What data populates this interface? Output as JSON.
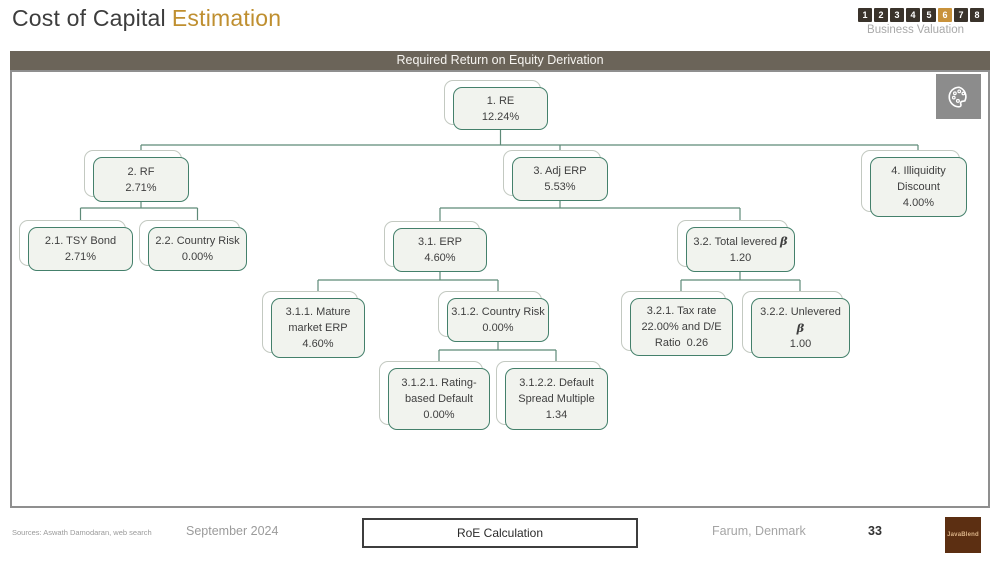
{
  "title": {
    "main": "Cost of Capital",
    "accent": "Estimation"
  },
  "header": {
    "pages": [
      "1",
      "2",
      "3",
      "4",
      "5",
      "6",
      "7",
      "8"
    ],
    "active_page": "6",
    "subtitle": "Business Valuation"
  },
  "chart": {
    "title": "Required Return on Equity Derivation"
  },
  "tree": {
    "beta": "β",
    "nodes": {
      "n1": {
        "lines": [
          "1. RE",
          "12.24%"
        ]
      },
      "n2": {
        "lines": [
          "2. RF",
          "2.71%"
        ]
      },
      "n3": {
        "lines": [
          "3. Adj ERP",
          "5.53%"
        ]
      },
      "n4": {
        "lines": [
          "4. Illiquidity",
          "Discount",
          "4.00%"
        ]
      },
      "n21": {
        "lines": [
          "2.1. TSY Bond",
          "2.71%"
        ]
      },
      "n22": {
        "lines": [
          "2.2. Country Risk",
          "0.00%"
        ]
      },
      "n31": {
        "lines": [
          "3.1. ERP",
          "4.60%"
        ]
      },
      "n32": {
        "lines": [
          "3.2. Total levered",
          "1.20"
        ]
      },
      "n311": {
        "lines": [
          "3.1.1. Mature",
          "market ERP",
          "4.60%"
        ]
      },
      "n312": {
        "lines": [
          "3.1.2. Country Risk",
          "0.00%"
        ]
      },
      "n321": {
        "lines": [
          "3.2.1. Tax rate",
          "22.00% and D/E",
          "Ratio  0.26"
        ]
      },
      "n322": {
        "lines": [
          "3.2.2. Unlevered",
          "1.00"
        ]
      },
      "n3121": {
        "lines": [
          "3.1.2.1. Rating-",
          "based Default",
          "0.00%"
        ]
      },
      "n3122": {
        "lines": [
          "3.1.2.2. Default",
          "Spread Multiple",
          "1.34"
        ]
      }
    }
  },
  "footer": {
    "sources": "Sources: Aswath Damodaran, web search",
    "date": "September 2024",
    "center_label": "RoE Calculation",
    "location": "Farum, Denmark",
    "page_number": "33",
    "logo": "JavaBlend"
  },
  "colors": {
    "accent_gold": "#c8923b",
    "band_brown": "#6b6459",
    "node_border_green": "#44806b",
    "node_fill": "#f1f3ee",
    "connector_green": "#5e8a78",
    "logo_brown": "#5c2f12"
  }
}
